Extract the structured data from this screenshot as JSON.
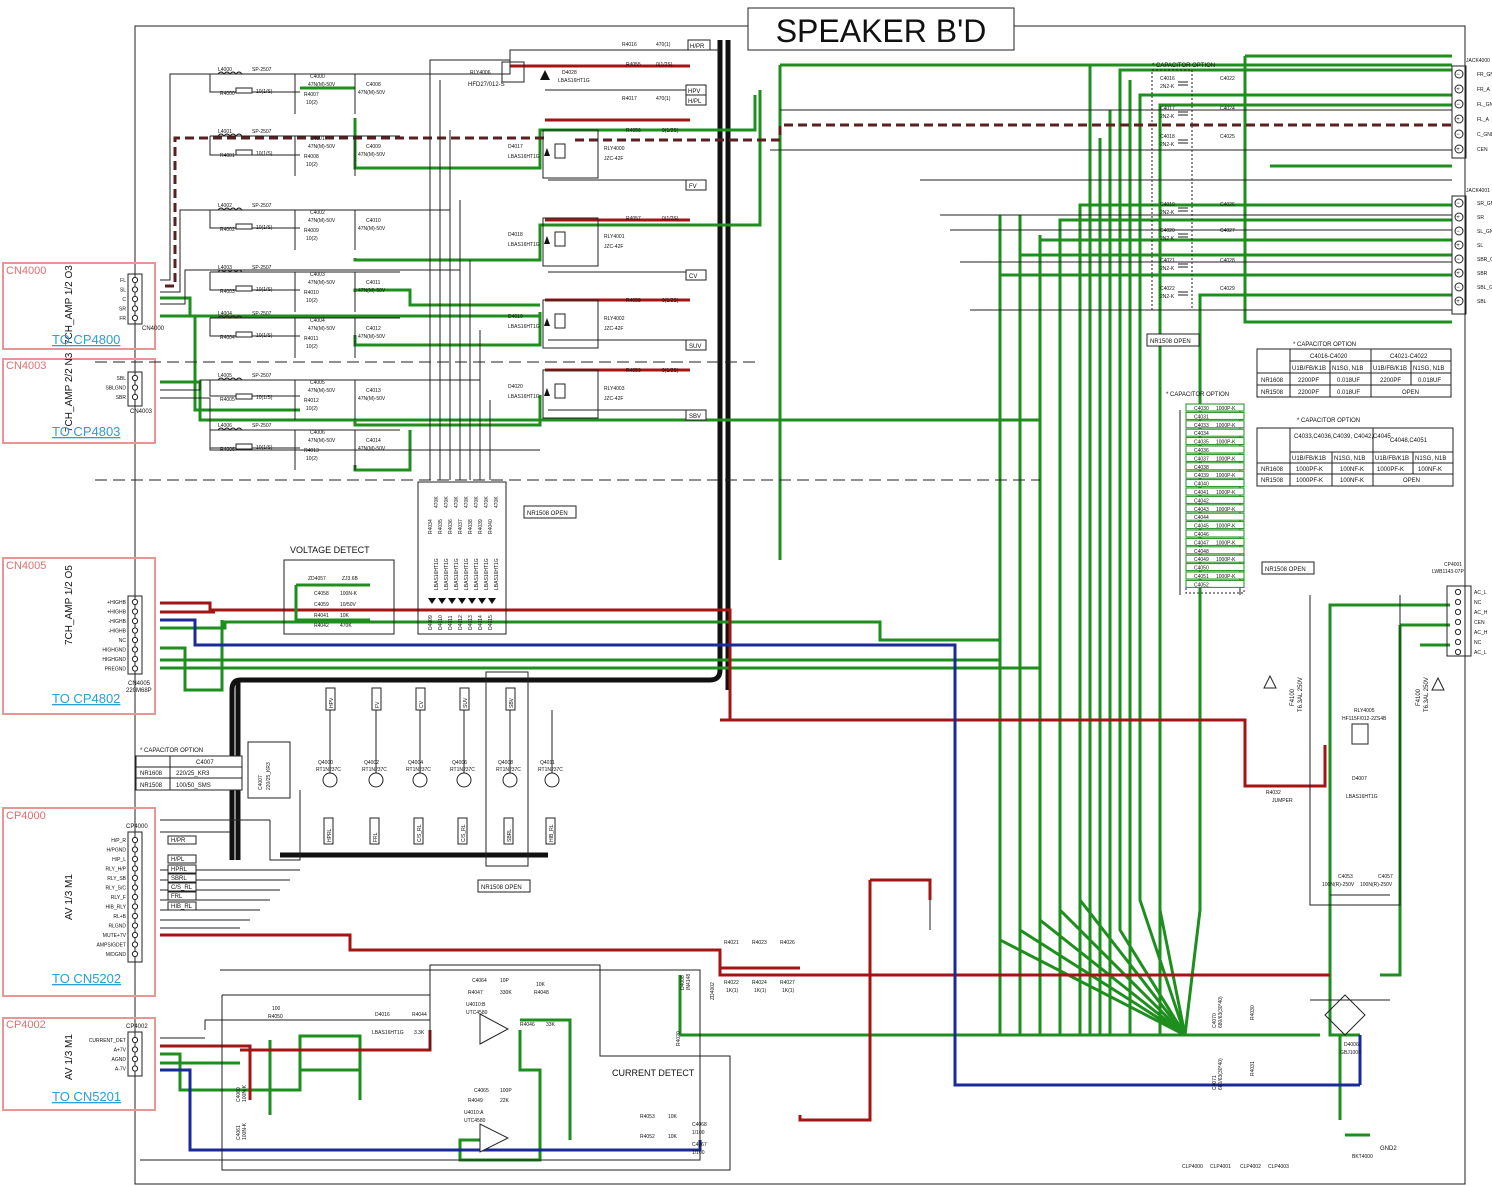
{
  "title": "SPEAKER B'D",
  "connectors": [
    {
      "id": "CN4000",
      "rotated": "7CH_AMP 1/2 O3",
      "link": "TO CP4800",
      "part": "CN4000",
      "pins": [
        "FL",
        "SL",
        "C",
        "SR",
        "FR"
      ]
    },
    {
      "id": "CN4003",
      "rotated": "7CH_AMP 2/2 N3",
      "link": "TO CP4803",
      "part": "CN4003",
      "pins": [
        "SBL",
        "SBLGND",
        "SBR"
      ]
    },
    {
      "id": "CN4005",
      "rotated": "7CH_AMP 1/2 O5",
      "link": "TO CP4802",
      "part": "CN4005",
      "part2": "220M68P",
      "pins": [
        "+HIGHB",
        "+HIGHB",
        "-HIGHB",
        "-HIGHB",
        "NC",
        "HIGHGND",
        "HIGHGND",
        "PREGND"
      ]
    },
    {
      "id": "CP4000",
      "rotated": "AV 1/3 M1",
      "link": "TO CN5202",
      "part": "CP4000",
      "pins": [
        "H/P_R",
        "H/PGND",
        "H/P_L",
        "RLY_H/P",
        "RLY_SB",
        "RLY_S/C",
        "RLY_F",
        "HIB_RLY",
        "RL+B",
        "RLGND",
        "MUTE+7V",
        "AMPSIGDET",
        "M/DGND"
      ]
    },
    {
      "id": "CP4002",
      "rotated": "AV 1/3 M1",
      "link": "TO CN5201",
      "part": "CP4002",
      "pins": [
        "CURRENT_DET",
        "A+7V",
        "AGND",
        "A-7V"
      ]
    }
  ],
  "output_jacks": {
    "jack1": {
      "part": "JACK4000",
      "pins": [
        "FR_GND",
        "FR_A",
        "FL_GND",
        "FL_A",
        "C_GND",
        "CEN"
      ]
    },
    "jack2": {
      "part": "JACK4001",
      "pins": [
        "SR_GND",
        "SR",
        "SL_GND",
        "SL",
        "SBR_GND",
        "SBR",
        "SBL_GND",
        "SBL"
      ]
    }
  },
  "ac_connector": {
    "part": "CP4001",
    "part2": "LWB1143-07P",
    "pins": [
      "AC_L",
      "NC",
      "AC_H",
      "CEN",
      "AC_H",
      "NC",
      "AC_L"
    ]
  },
  "amp_rows": [
    {
      "L": "L4000",
      "Lv": "SP-2507",
      "R": "R4000",
      "Rv": "10(1/S)",
      "C1": "C4000",
      "C1v": "47N(M)-50V",
      "R2": "R4007",
      "R2v": "10(2)",
      "C2": "C4008",
      "C2v": "47N(M)-50V"
    },
    {
      "L": "L4001",
      "Lv": "SP-2507",
      "R": "R4001",
      "Rv": "10(1/S)",
      "C1": "C4001",
      "C1v": "47N(M)-50V",
      "R2": "R4008",
      "R2v": "10(2)",
      "C2": "C4009",
      "C2v": "47N(M)-50V"
    },
    {
      "L": "L4002",
      "Lv": "SP-2507",
      "R": "R4002",
      "Rv": "10(1/S)",
      "C1": "C4002",
      "C1v": "47N(M)-50V",
      "R2": "R4009",
      "R2v": "10(2)",
      "C2": "C4010",
      "C2v": "47N(M)-50V"
    },
    {
      "L": "L4003",
      "Lv": "SP-2507",
      "R": "R4003",
      "Rv": "10(1/S)",
      "C1": "C4003",
      "C1v": "47N(M)-50V",
      "R2": "R4010",
      "R2v": "10(2)",
      "C2": "C4011",
      "C2v": "47N(M)-50V"
    },
    {
      "L": "L4004",
      "Lv": "SP-2507",
      "R": "R4004",
      "Rv": "10(1/S)",
      "C1": "C4004",
      "C1v": "47N(M)-50V",
      "R2": "R4011",
      "R2v": "10(2)",
      "C2": "C4012",
      "C2v": "47N(M)-50V"
    },
    {
      "L": "L4005",
      "Lv": "SP-2507",
      "R": "R4005",
      "Rv": "10(1/S)",
      "C1": "C4005",
      "C1v": "47N(M)-50V",
      "R2": "R4012",
      "R2v": "10(2)",
      "C2": "C4013",
      "C2v": "47N(M)-50V"
    },
    {
      "L": "L4006",
      "Lv": "SP-2507",
      "R": "R4006",
      "Rv": "10(1/S)",
      "C1": "C4006",
      "C1v": "47N(M)-50V",
      "R2": "R4013",
      "R2v": "10(2)",
      "C2": "C4014",
      "C2v": "47N(M)-50V"
    }
  ],
  "relays": [
    {
      "ref": "RLY4006",
      "part": "HFD27/012-S",
      "diode": "D4028",
      "diode_part": "LBAS16HT1G"
    },
    {
      "ref": "RLY4000",
      "part": "JZC-42F",
      "diode": "D4017",
      "diode_part": "LBAS16HT1G",
      "net": "FV",
      "res": "R4056",
      "resv": "0(1/2S)"
    },
    {
      "ref": "RLY4001",
      "part": "JZC-42F",
      "diode": "D4018",
      "diode_part": "LBAS16HT1G",
      "net": "CV",
      "res": "R4057",
      "resv": "0(1/2S)"
    },
    {
      "ref": "RLY4002",
      "part": "JZC-42F",
      "diode": "D4019",
      "diode_part": "LBAS16HT1G",
      "net": "SUV",
      "res": "R4058",
      "resv": "0(1/2S)"
    },
    {
      "ref": "RLY4003",
      "part": "JZC-42F",
      "diode": "D4020",
      "diode_part": "LBAS16HT1G",
      "net": "SBV",
      "res": "R4059",
      "resv": "0(1/2S)"
    }
  ],
  "hp_parts": {
    "r1": "R4016",
    "r1v": "470(1)",
    "r2": "R4055",
    "r2v": "0(1/2S)",
    "r3": "R4017",
    "r3v": "470(1)",
    "nets": [
      "H/PR",
      "HPV",
      "H/PL"
    ]
  },
  "capacitor_option_top": {
    "title": "* CAPACITOR OPTION",
    "rows": [
      {
        "c": "C4016",
        "v": "2N2-K",
        "c2": "C4022"
      },
      {
        "c": "C4017",
        "v": "2N2-K",
        "c2": "C4024"
      },
      {
        "c": "C4018",
        "v": "2N2-K",
        "c2": "C4025"
      },
      {
        "c": "C4019",
        "v": "2N2-K",
        "c2": "C4026"
      },
      {
        "c": "C4020",
        "v": "2N2-K",
        "c2": "C4027"
      },
      {
        "c": "C4021",
        "v": "2N2-K",
        "c2": "C4028"
      },
      {
        "c": "C4022",
        "v": "2N2-K",
        "c2": "C4029"
      }
    ]
  },
  "nr1508_open": "NR1508 OPEN",
  "table1": {
    "title": "* CAPACITOR OPTION",
    "h1": [
      "C4016-C4020",
      "C4021-C4022"
    ],
    "h2": [
      "U1B/FB/K1B",
      "N1SG, N1B",
      "U1B/FB/K1B",
      "N1SG, N1B"
    ],
    "rows": [
      [
        "NR1608",
        "2200PF",
        "0.018UF",
        "2200PF",
        "0.018UF"
      ],
      [
        "NR1508",
        "2200PF",
        "0.018UF",
        "OPEN",
        ""
      ]
    ]
  },
  "table2": {
    "title": "* CAPACITOR OPTION",
    "h1": [
      "C4033,C4036,C4039, C4042,C4045",
      "C4048,C4051"
    ],
    "h2": [
      "U1B/FB/K1B",
      "N1SG, N1B",
      "U1B/FB/K1B",
      "N1SG, N1B"
    ],
    "rows": [
      [
        "NR1608",
        "1000PF-K",
        "100NF-K",
        "1000PF-K",
        "100NF-K"
      ],
      [
        "NR1508",
        "1000PF-K",
        "100NF-K",
        "OPEN",
        ""
      ]
    ]
  },
  "cap_bank2": {
    "title": "* CAPACITOR OPTION",
    "value": "1000P-K",
    "left": [
      "C4030",
      "C4031",
      "C4033",
      "C4034",
      "C4035",
      "C4036",
      "C4037",
      "C4038",
      "C4039",
      "C4040",
      "C4041",
      "C4042",
      "C4043",
      "C4044",
      "C4045",
      "C4046",
      "C4047",
      "C4048",
      "C4049",
      "C4050",
      "C4051",
      "C4052"
    ]
  },
  "voltage_detect": {
    "title": "VOLTAGE DETECT",
    "zd": "ZD4057",
    "zdv": "ZJ3.6B",
    "c1": "C4058",
    "c1v": "100N-K",
    "c2": "C4059",
    "c2v": "10/50V",
    "r1": "R4041",
    "r1v": "10K",
    "r2": "R4042",
    "r2v": "470K",
    "res": [
      "R4034",
      "R4035",
      "R4036",
      "R4037",
      "R4038",
      "R4039",
      "R4040"
    ],
    "resv": "470K",
    "diodes": [
      "D4009",
      "D4010",
      "D4011",
      "D4012",
      "D4013",
      "D4014",
      "D4015"
    ],
    "diode_part": "LBAS16HT1G"
  },
  "transistors": [
    {
      "ref": "Q4000",
      "part": "RT1N237C",
      "net": "HPV",
      "out": "HPRL"
    },
    {
      "ref": "Q4002",
      "part": "RT1N237C",
      "net": "FV",
      "out": "FRL"
    },
    {
      "ref": "Q4004",
      "part": "RT1N237C",
      "net": "CV",
      "out": "C/S_RL"
    },
    {
      "ref": "Q4006",
      "part": "RT1N237C",
      "net": "SUV",
      "out": "C/S_RL"
    },
    {
      "ref": "Q4008",
      "part": "RT1N237C",
      "net": "SBV",
      "out": "SBRL"
    },
    {
      "ref": "Q4011",
      "part": "RT1N237C",
      "net": "",
      "out": "HIB_RL"
    }
  ],
  "c4007_option": {
    "title": "* CAPACITOR OPTION",
    "col": "C4007",
    "rows": [
      [
        "NR1608",
        "220/25_KR3"
      ],
      [
        "NR1508",
        "100/50_SMS"
      ]
    ],
    "ref": "C4007",
    "refv": "220/25_KR3"
  },
  "cp4000_nets": [
    "H/PR",
    "H/PL",
    "HPRL",
    "SBRL",
    "C/S_RL",
    "FRL",
    "HIB_RL"
  ],
  "current_detect": {
    "title": "CURRENT DETECT",
    "r4050": "R4050",
    "r4050v": "100",
    "d4016": "D4016",
    "d4016v": "LBAS16HT1G",
    "r4044": "R4044",
    "r4044v": "3.3K",
    "c4064": "C4064",
    "c4064v": "10P",
    "r4047": "R4047",
    "r4047v": "330K",
    "r4048": "R4048",
    "r4048v": "10K",
    "u1": "U4010:B",
    "u1v": "UTC4580",
    "r4046": "R4046",
    "r4046v": "33K",
    "c4065": "C4065",
    "c4065v": "100P",
    "r4049": "R4049",
    "r4049v": "22K",
    "u2": "U4010:A",
    "u2v": "UTC4580",
    "r4053": "R4053",
    "r4053v": "10K",
    "r4052": "R4052",
    "r4052v": "10K",
    "c4068": "C4068",
    "c4068v": "1/100",
    "c4067": "C4067",
    "c4067v": "1/100",
    "c4060": "C4060",
    "c4060v": "100N-K",
    "c4061": "C4061",
    "c4061v": "100N-K"
  },
  "ac_section": {
    "rly": "RLY4005",
    "rlyv": "HF115F/012-2ZS4B",
    "fuse1": "F4100",
    "fuse1v": "T6.3AL 250V",
    "fuse2": "F4100",
    "fuse2v": "T6.3AL 250V",
    "d4007": "D4007",
    "d4007v": "LBAS16HT1G",
    "r4032": "R4032",
    "r4032v": "JUMPER",
    "c4053": "C4053",
    "c4053v": "100N(R)-250V",
    "c4057": "C4057",
    "c4057v": "100N(R)-250V",
    "d4006": "D4006",
    "d4006v": "GBJ1006",
    "gnd": "GND2",
    "bkt": "BKT4000",
    "clp": [
      "CLP4000",
      "CLP4001",
      "CLP4002",
      "CLP4003"
    ]
  },
  "sense": {
    "r4021": "R4021",
    "r4023": "R4023",
    "r4026": "R4026",
    "r4022": "R4022",
    "r4024": "R4024",
    "r4027": "R4027",
    "rv": "1K(1)",
    "d4008": "D4008",
    "d4008v": "IN4148",
    "d4002": "ZD4002",
    "c4070": "C4070",
    "c4070v": "680/63(30*40)",
    "c4071": "C4071",
    "c4071v": "680/63(30*40)",
    "r4030": "R4030",
    "r4031": "R4031",
    "r4020": "R4020"
  },
  "colors": {
    "green": "#1e8f1e",
    "red": "#a31515",
    "blue": "#1a2a9a",
    "black": "#111111",
    "link": "#2a9fd8",
    "connector_box": "#e89595"
  }
}
